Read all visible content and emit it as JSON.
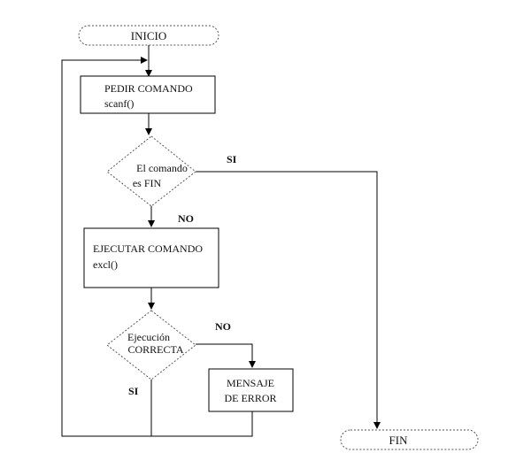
{
  "nodes": {
    "start": "INICIO",
    "end": "FIN",
    "ask": [
      "PEDIR COMANDO",
      "scanf()"
    ],
    "is_fin": [
      "El comando",
      "es FIN"
    ],
    "execute": [
      "EJECUTAR COMANDO",
      "excl()"
    ],
    "exec_ok": [
      "Ejecución",
      "CORRECTA"
    ],
    "error": [
      "MENSAJE",
      "DE ERROR"
    ]
  },
  "branch_labels": {
    "is_fin_yes": "SI",
    "is_fin_no": "NO",
    "exec_ok_no": "NO",
    "exec_ok_yes": "SI"
  }
}
